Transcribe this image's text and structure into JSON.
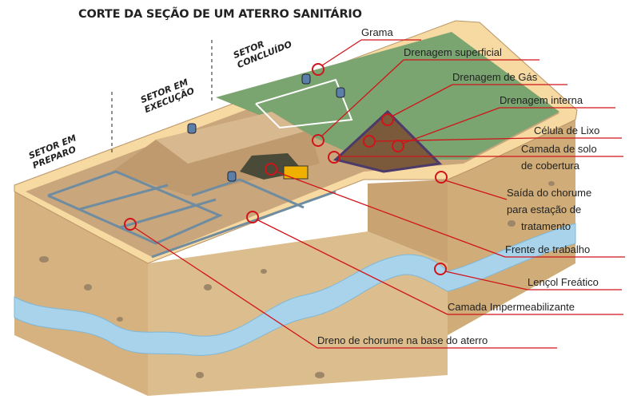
{
  "title": "CORTE DA SEÇÃO DE UM ATERRO SANITÁRIO",
  "sectors": [
    {
      "line1": "SETOR EM",
      "line2": "PREPARO"
    },
    {
      "line1": "SETOR EM",
      "line2": "EXECUÇÃO"
    },
    {
      "line1": "SETOR",
      "line2": "CONCLUÍDO"
    }
  ],
  "labels": {
    "grama": "Grama",
    "drenagem_superficial": "Drenagem superficial",
    "drenagem_gas": "Drenagem de Gás",
    "drenagem_interna": "Drenagem interna",
    "celula_lixo": "Célula de Lixo",
    "camada_solo_1": "Camada de solo",
    "camada_solo_2": "de cobertura",
    "saida_chorume_1": "Saída do chorume",
    "saida_chorume_2": "para estação de",
    "saida_chorume_3": "tratamento",
    "frente_trabalho": "Frente de trabalho",
    "lencol": "Lençol Freático",
    "camada_imper": "Camada Impermeabilizante",
    "dreno": "Dreno de chorume na base do aterro"
  },
  "colors": {
    "leader": "#d0141a",
    "grass": "#7aa570",
    "soil": "#d8b98a",
    "water": "#a9d3ea",
    "rim": "#f7d9a2"
  }
}
